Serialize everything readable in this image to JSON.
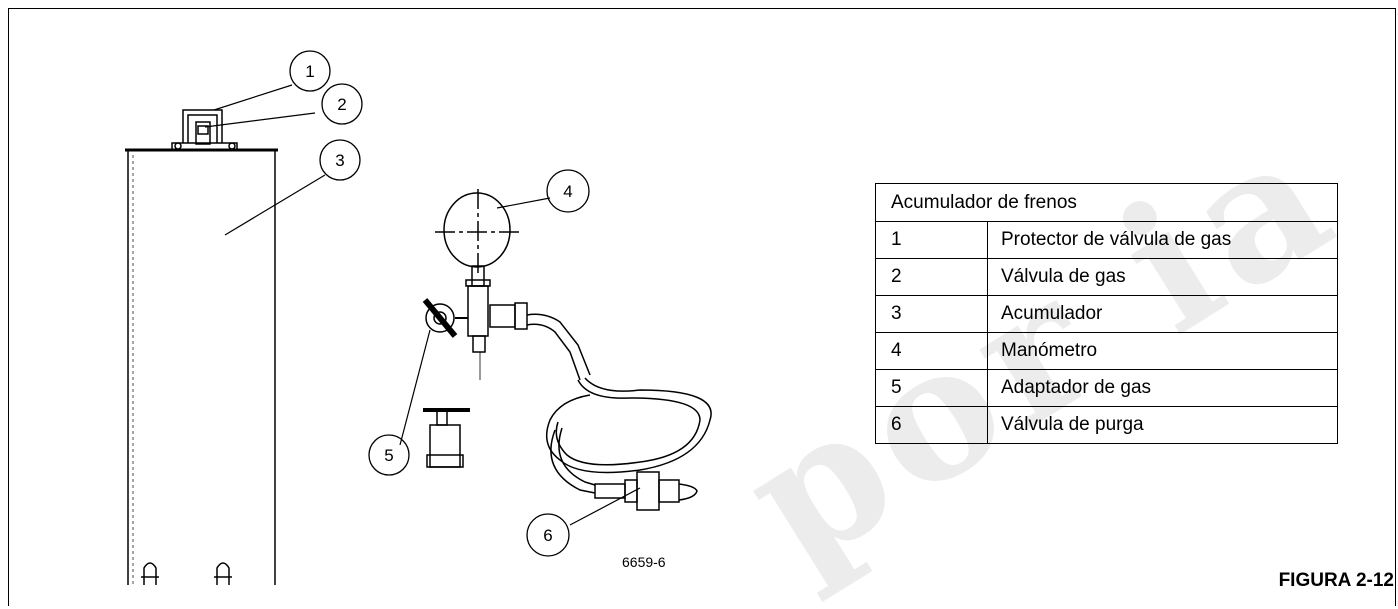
{
  "figure": {
    "label": "FIGURA 2-12",
    "code": "6659-6",
    "watermark": "por ia"
  },
  "callouts": [
    "1",
    "2",
    "3",
    "4",
    "5",
    "6"
  ],
  "legend": {
    "title": "Acumulador de frenos",
    "rows": [
      {
        "num": "1",
        "desc": "Protector de válvula de gas"
      },
      {
        "num": "2",
        "desc": "Válvula de gas"
      },
      {
        "num": "3",
        "desc": "Acumulador"
      },
      {
        "num": "4",
        "desc": "Manómetro"
      },
      {
        "num": "5",
        "desc": "Adaptador de gas"
      },
      {
        "num": "6",
        "desc": "Válvula de purga"
      }
    ]
  }
}
